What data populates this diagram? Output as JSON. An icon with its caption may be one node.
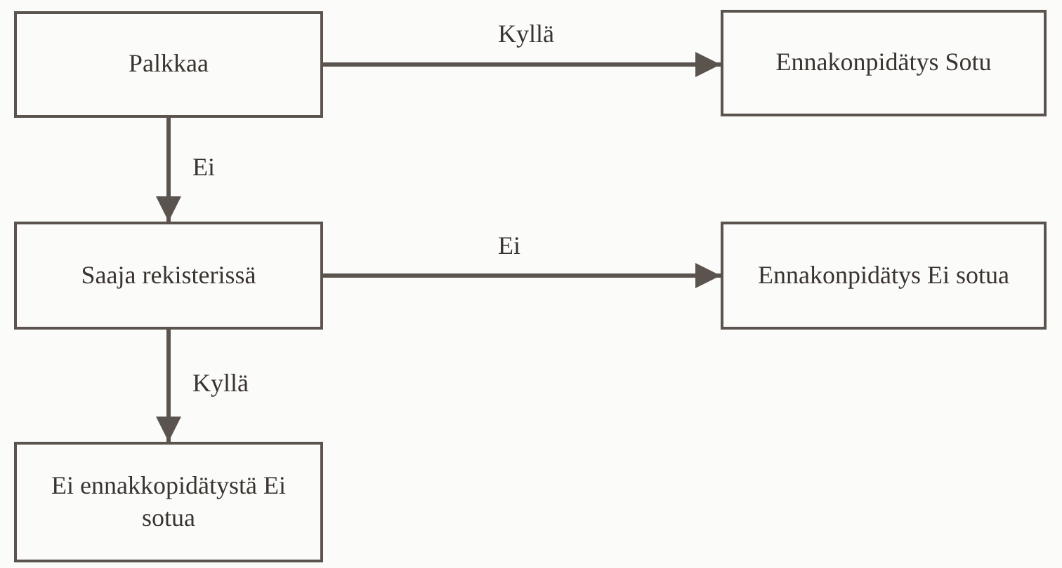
{
  "diagram": {
    "nodes": [
      {
        "text": [
          "Palkkaa"
        ]
      },
      {
        "text": [
          "Ennakonpidätys Sotu"
        ]
      },
      {
        "text": [
          "Saaja rekisterissä"
        ]
      },
      {
        "text": [
          "Ennakonpidätys Ei sotua"
        ]
      },
      {
        "text": [
          "Ei ennakkopidätystä Ei sotua"
        ]
      }
    ],
    "edges": [
      {
        "from": 0,
        "to": 1,
        "arrow": "to",
        "label": "Kyllä"
      },
      {
        "from": 0,
        "to": 2,
        "arrow": "to",
        "label": "Ei"
      },
      {
        "from": 2,
        "to": 3,
        "arrow": "to",
        "label": "Ei"
      },
      {
        "from": 2,
        "to": 4,
        "arrow": "to",
        "label": "Kyllä"
      }
    ]
  }
}
